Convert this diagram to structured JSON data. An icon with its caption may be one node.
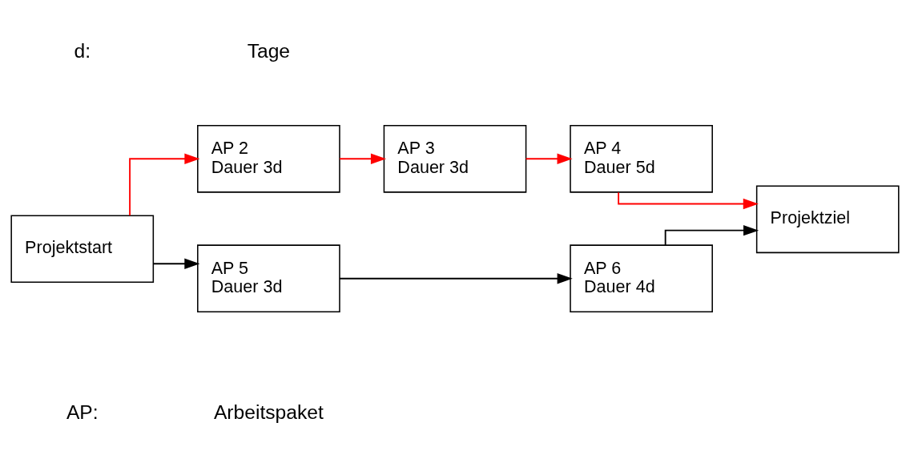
{
  "diagram": {
    "nodes": [
      {
        "text": [
          "Projektstart"
        ]
      },
      {
        "text": [
          "AP 2",
          "Dauer 3d"
        ]
      },
      {
        "text": [
          "AP 3",
          "Dauer 3d"
        ]
      },
      {
        "text": [
          "AP 4",
          "Dauer 5d"
        ]
      },
      {
        "text": [
          "Projektziel"
        ]
      },
      {
        "text": [
          "AP 5",
          "Dauer 3d"
        ]
      },
      {
        "text": [
          "AP 6",
          "Dauer 4d"
        ]
      }
    ],
    "edges": [
      {
        "from": 0,
        "to": 1,
        "arrow": "to"
      },
      {
        "from": 1,
        "to": 2,
        "arrow": "to"
      },
      {
        "from": 2,
        "to": 3,
        "arrow": "to"
      },
      {
        "from": 3,
        "to": 4,
        "arrow": "to"
      },
      {
        "from": 0,
        "to": 5,
        "arrow": "to",
        "color": "#000000"
      },
      {
        "from": 5,
        "to": 6,
        "arrow": "to",
        "color": "#000000"
      },
      {
        "from": 6,
        "to": 4,
        "arrow": "to",
        "color": "#000000"
      }
    ],
    "labels": [
      "AP:",
      "Arbeitspaket",
      "d:",
      "Tage"
    ]
  }
}
